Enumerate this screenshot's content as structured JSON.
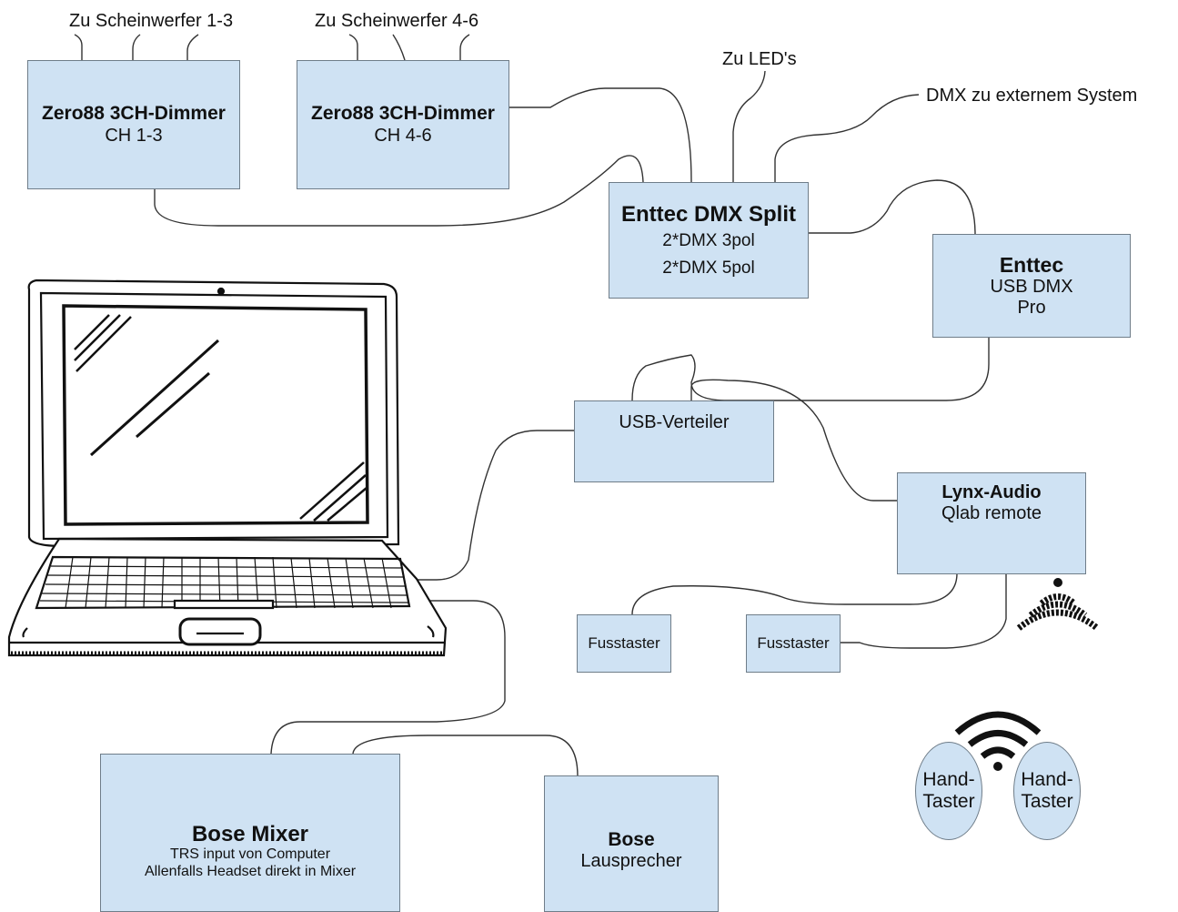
{
  "labels": {
    "top_left": "Zu Scheinwerfer 1-3",
    "top_mid": "Zu Scheinwerfer 4-6",
    "leds": "Zu LED's",
    "dmx_ext": "DMX zu externem System"
  },
  "boxes": {
    "dimmer1": {
      "title": "Zero88 3CH-Dimmer",
      "sub": "CH 1-3"
    },
    "dimmer2": {
      "title": "Zero88 3CH-Dimmer",
      "sub": "CH 4-6"
    },
    "split": {
      "title": "Enttec DMX Split",
      "line1": "2*DMX 3pol",
      "line2": "2*DMX 5pol"
    },
    "usbpro": {
      "title": "Enttec",
      "line1": "USB DMX",
      "line2": "Pro"
    },
    "usbhub": {
      "title": "USB-Verteiler"
    },
    "lynx": {
      "title": "Lynx-Audio",
      "sub": "Qlab remote"
    },
    "foot1": {
      "title": "Fusstaster"
    },
    "foot2": {
      "title": "Fusstaster"
    },
    "mixer": {
      "title": "Bose Mixer",
      "line1": "TRS input von Computer",
      "line2": "Allenfalls Headset direkt in Mixer"
    },
    "speaker": {
      "title": "Bose",
      "sub": "Lausprecher"
    }
  },
  "hand": {
    "left": {
      "line1": "Hand-",
      "line2": "Taster"
    },
    "right": {
      "line1": "Hand-",
      "line2": "Taster"
    }
  },
  "icons": [
    "laptop-icon",
    "wireless-signal-icon",
    "wifi-icon"
  ],
  "colors": {
    "box_fill": "#cfe2f3",
    "box_border": "#6f7d89",
    "line": "#333333"
  }
}
